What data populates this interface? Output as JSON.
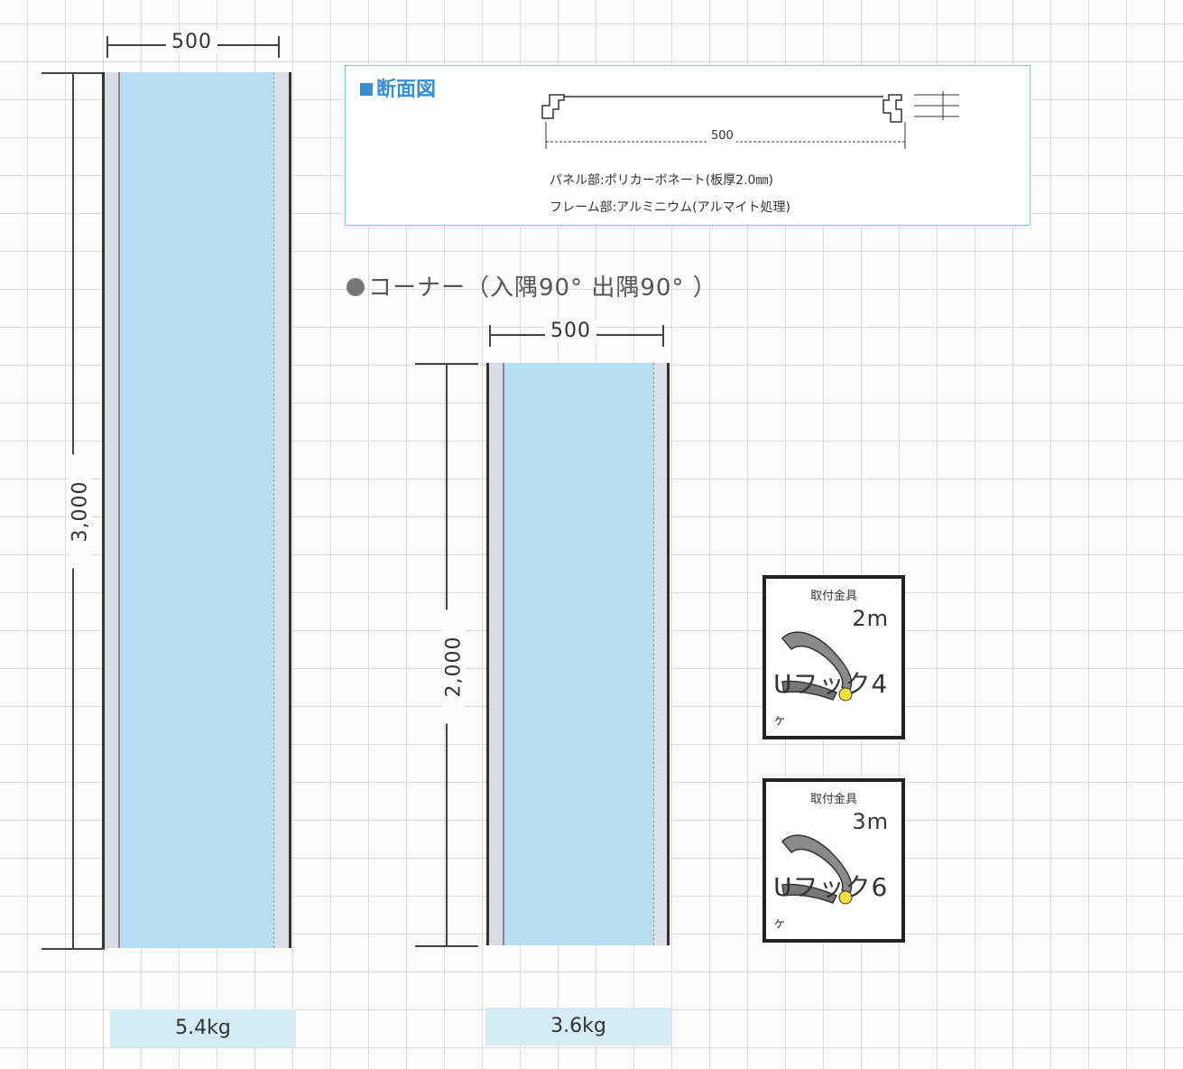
{
  "panel_large": {
    "width_label": "500",
    "height_label": "3,000",
    "weight": "5.4kg"
  },
  "panel_small": {
    "width_label": "500",
    "height_label": "2,000",
    "weight": "3.6kg"
  },
  "section": {
    "title": "断面図",
    "width_label": "500",
    "material_panel": "パネル部:ポリカーボネート(板厚2.0㎜)",
    "material_frame": "フレーム部:アルミニウム(アルマイト処理)"
  },
  "corner": {
    "heading": "コーナー（入隅90°  出隅90°  ）"
  },
  "cards": [
    {
      "title": "取付金具",
      "length": "2m",
      "count": "Uフック4",
      "unit": "ヶ"
    },
    {
      "title": "取付金具",
      "length": "3m",
      "count": "Uフック6",
      "unit": "ヶ"
    }
  ],
  "colors": {
    "panel": "#b7dff3",
    "accent": "#3a8fd0",
    "weight_bg": "#d5ecf7"
  }
}
